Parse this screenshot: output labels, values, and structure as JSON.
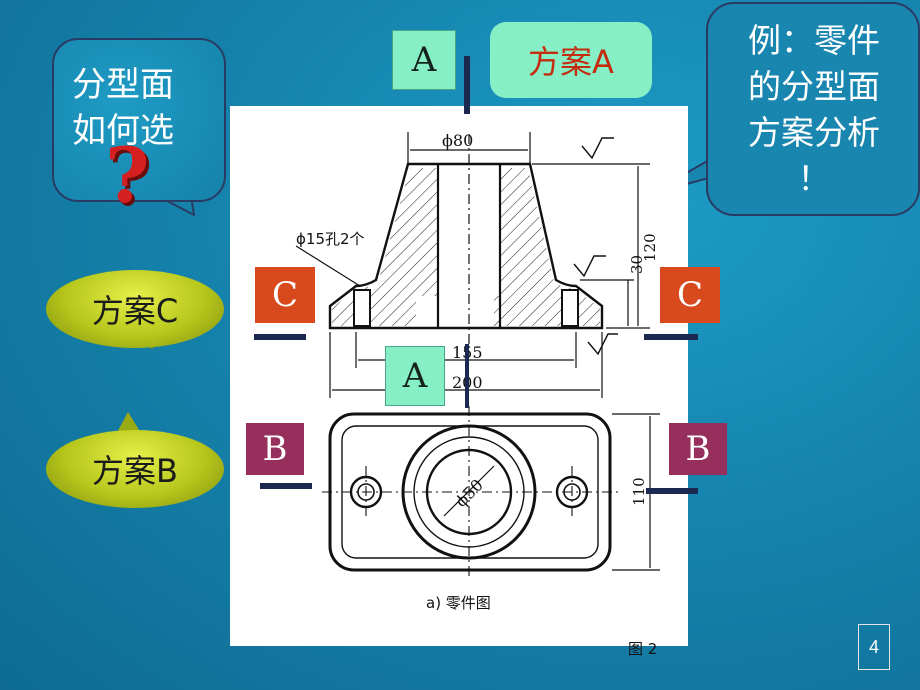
{
  "bubble_left": {
    "line1": "分型面",
    "line2": "如何选",
    "mark": "?"
  },
  "bubble_right": {
    "line1": "例：零件",
    "line2": "的分型面",
    "line3": "方案分析",
    "line4": "！"
  },
  "plans": {
    "a": "方案A",
    "b": "方案B",
    "c": "方案C"
  },
  "labels": {
    "a": "A",
    "b": "B",
    "c": "C"
  },
  "drawing": {
    "dim_phi80": "ϕ80",
    "dim_120": "120",
    "dim_30": "30",
    "hole_note": "ϕ15孔2个",
    "dim_155": "155",
    "dim_200": "200",
    "dim_phi50": "ϕ50",
    "dim_110": "110",
    "caption": "a) 零件图",
    "fig_partial": "图 2"
  },
  "page_number": "4",
  "colors": {
    "background": "#1584ae",
    "label_a": "#86efc6",
    "label_c": "#d84a1e",
    "label_b": "#962f5c",
    "plan_oval": "#b6c61a",
    "question_mark": "#d42020"
  }
}
